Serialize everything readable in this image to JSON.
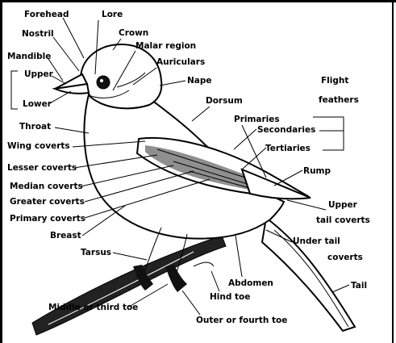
{
  "labels": {
    "forehead": "Forehead",
    "lore": "Lore",
    "crown": "Crown",
    "nostril": "Nostril",
    "malar_region": "Malar region",
    "mandible": "Mandible",
    "auriculars": "Auriculars",
    "upper": "Upper",
    "nape": "Nape",
    "lower": "Lower",
    "flight": "Flight",
    "feathers": "feathers",
    "dorsum": "Dorsum",
    "throat": "Throat",
    "primaries": "Primaries",
    "secondaries": "Secondaries",
    "wing_coverts": "Wing coverts",
    "tertiaries": "Tertiaries",
    "lesser_coverts": "Lesser coverts",
    "rump": "Rump",
    "median_coverts": "Median coverts",
    "greater_coverts": "Greater coverts",
    "upper_tail": "Upper",
    "tail_coverts": "tail coverts",
    "primary_coverts": "Primary coverts",
    "breast": "Breast",
    "tarsus": "Tarsus",
    "under_tail": "Under tail",
    "coverts": "coverts",
    "abdomen": "Abdomen",
    "tail": "Tail",
    "hind_toe": "Hind toe",
    "middle_toe": "Middle or third toe",
    "outer_toe": "Outer or fourth toe"
  },
  "colors": {
    "ink": "#000000",
    "paper": "#ffffff"
  }
}
